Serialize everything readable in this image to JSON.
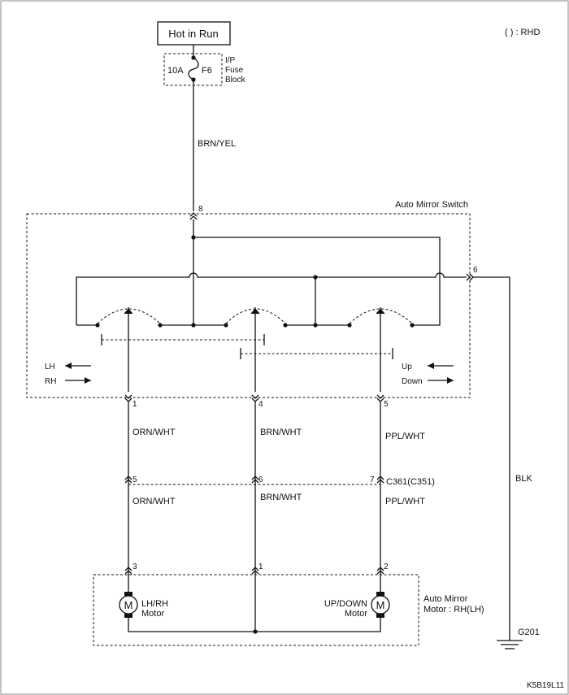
{
  "legend": "( ) : RHD",
  "diagram_code": "K5B19L11",
  "power": {
    "label": "Hot in Run"
  },
  "fuse": {
    "rating": "10A",
    "id": "F6",
    "block_line1": "I/P",
    "block_line2": "Fuse",
    "block_line3": "Block"
  },
  "wires": {
    "feed": "BRN/YEL",
    "ground": "BLK",
    "a_top": "ORN/WHT",
    "a_bottom": "ORN/WHT",
    "b_top": "BRN/WHT",
    "b_bottom": "BRN/WHT",
    "c_top": "PPL/WHT",
    "c_bottom": "PPL/WHT"
  },
  "switch": {
    "name": "Auto Mirror Switch",
    "pin_feed": "8",
    "pin_ground": "6",
    "pin_a": "1",
    "pin_b": "4",
    "pin_c": "5",
    "lh": "LH",
    "rh": "RH",
    "up": "Up",
    "down": "Down"
  },
  "connector": {
    "name": "C361(C351)",
    "pin_a": "5",
    "pin_b": "6",
    "pin_c": "7"
  },
  "motor_assy": {
    "name_line1": "Auto Mirror",
    "name_line2": "Motor : RH(LH)",
    "pin_a": "3",
    "pin_b": "1",
    "pin_c": "2",
    "motor_symbol": "M",
    "lhrh_line1": "LH/RH",
    "lhrh_line2": "Motor",
    "updown_line1": "UP/DOWN",
    "updown_line2": "Motor"
  },
  "ground_id": "G201"
}
